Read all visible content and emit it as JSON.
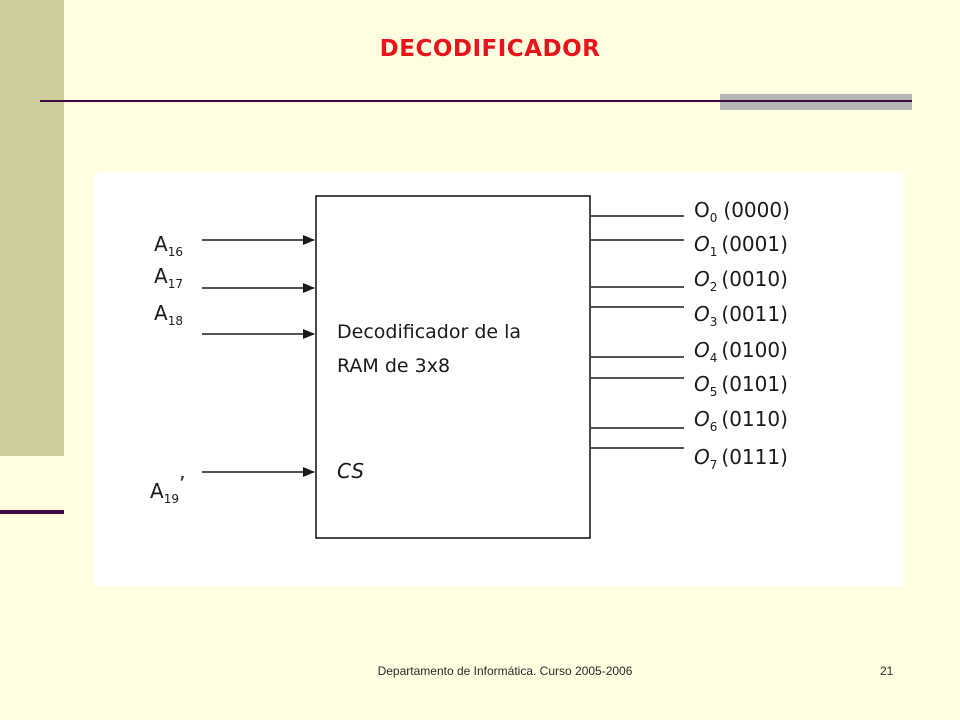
{
  "slide": {
    "title": "DECODIFICADOR",
    "footer": "Departamento de Informática. Curso 2005-2006",
    "page_number": "21"
  },
  "diagram": {
    "block_label_line1": "Decodificador de la",
    "block_label_line2": "RAM de 3x8",
    "cs_label": "CS",
    "inputs": [
      {
        "base": "A",
        "sub": "16",
        "suffix": ""
      },
      {
        "base": "A",
        "sub": "17",
        "suffix": ""
      },
      {
        "base": "A",
        "sub": "18",
        "suffix": ""
      },
      {
        "base": "A",
        "sub": "19",
        "suffix": "’"
      }
    ],
    "outputs": [
      {
        "base": "O",
        "sub": "0",
        "code": "(0000)"
      },
      {
        "base": "O",
        "sub": "1",
        "code": "(0001)"
      },
      {
        "base": "O",
        "sub": "2",
        "code": "(0010)"
      },
      {
        "base": "O",
        "sub": "3",
        "code": "(0011)"
      },
      {
        "base": "O",
        "sub": "4",
        "code": "(0100)"
      },
      {
        "base": "O",
        "sub": "5",
        "code": "(0101)"
      },
      {
        "base": "O",
        "sub": "6",
        "code": "(0110)"
      },
      {
        "base": "O",
        "sub": "7",
        "code": "(0111)"
      }
    ]
  },
  "colors": {
    "background": "#fffee0",
    "side_band": "#cfcd9c",
    "title": "#e8141c",
    "rule": "#3e0a42"
  }
}
